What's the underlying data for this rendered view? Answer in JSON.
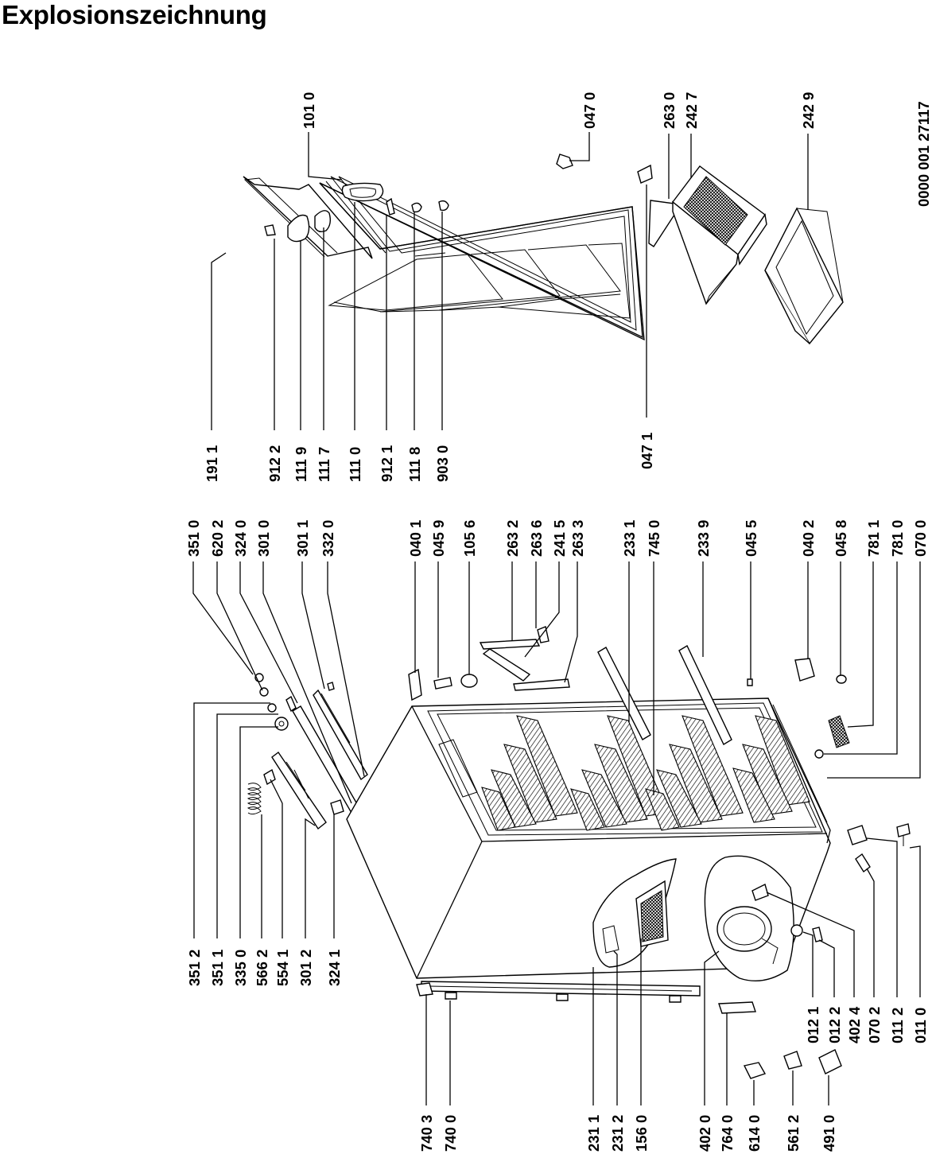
{
  "title": "Explosionszeichnung",
  "document_number": "0000 001 27117",
  "labels": [
    "191 1",
    "912 2",
    "111 9",
    "111 7",
    "111 0",
    "912 1",
    "111 8",
    "903 0",
    "101 0",
    "047 0",
    "047 1",
    "263 0",
    "242 7",
    "242 9",
    "351 0",
    "620 2",
    "324 0",
    "301 0",
    "301 1",
    "332 0",
    "040 1",
    "045 9",
    "105 6",
    "263 2",
    "263 6",
    "241 5",
    "263 3",
    "233 1",
    "745 0",
    "233 9",
    "045 5",
    "040 2",
    "045 8",
    "781 1",
    "781 0",
    "070 0",
    "351 2",
    "351 1",
    "335 0",
    "566 2",
    "554 1",
    "301 2",
    "324 1",
    "740 3",
    "740 0",
    "231 1",
    "231 2",
    "156 0",
    "402 0",
    "764 0",
    "614 0",
    "561 2",
    "491 0",
    "012 1",
    "012 2",
    "402 4",
    "070 2",
    "011 2",
    "011 0"
  ]
}
